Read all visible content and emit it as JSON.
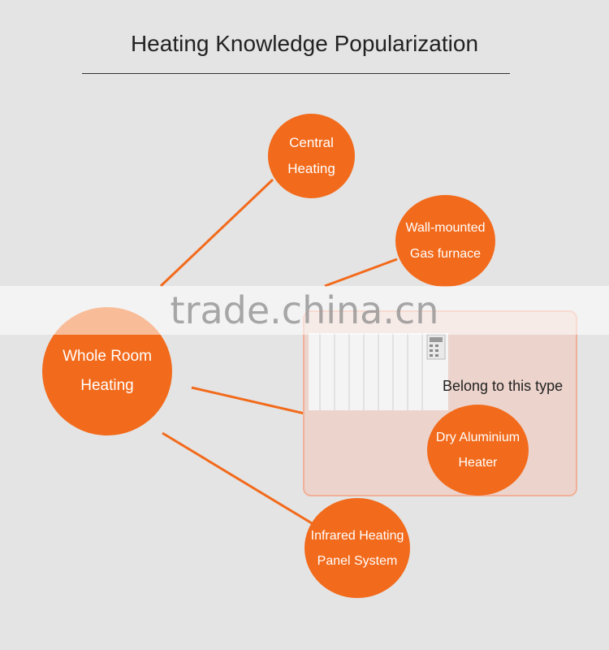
{
  "title": "Heating Knowledge Popularization",
  "nodes": {
    "central": [
      "Central",
      "Heating"
    ],
    "wall": [
      "Wall-mounted",
      "Gas furnace"
    ],
    "whole": [
      "Whole Room",
      "Heating"
    ],
    "dry": [
      "Dry Aluminium",
      "Heater"
    ],
    "infrared": [
      "Infrared Heating",
      "Panel System"
    ]
  },
  "annotation": "Belong to this type",
  "watermark": "trade.china.cn",
  "colors": {
    "accent": "#f26a1b",
    "background": "#e4e4e4",
    "panel": "#ecd3cb"
  }
}
